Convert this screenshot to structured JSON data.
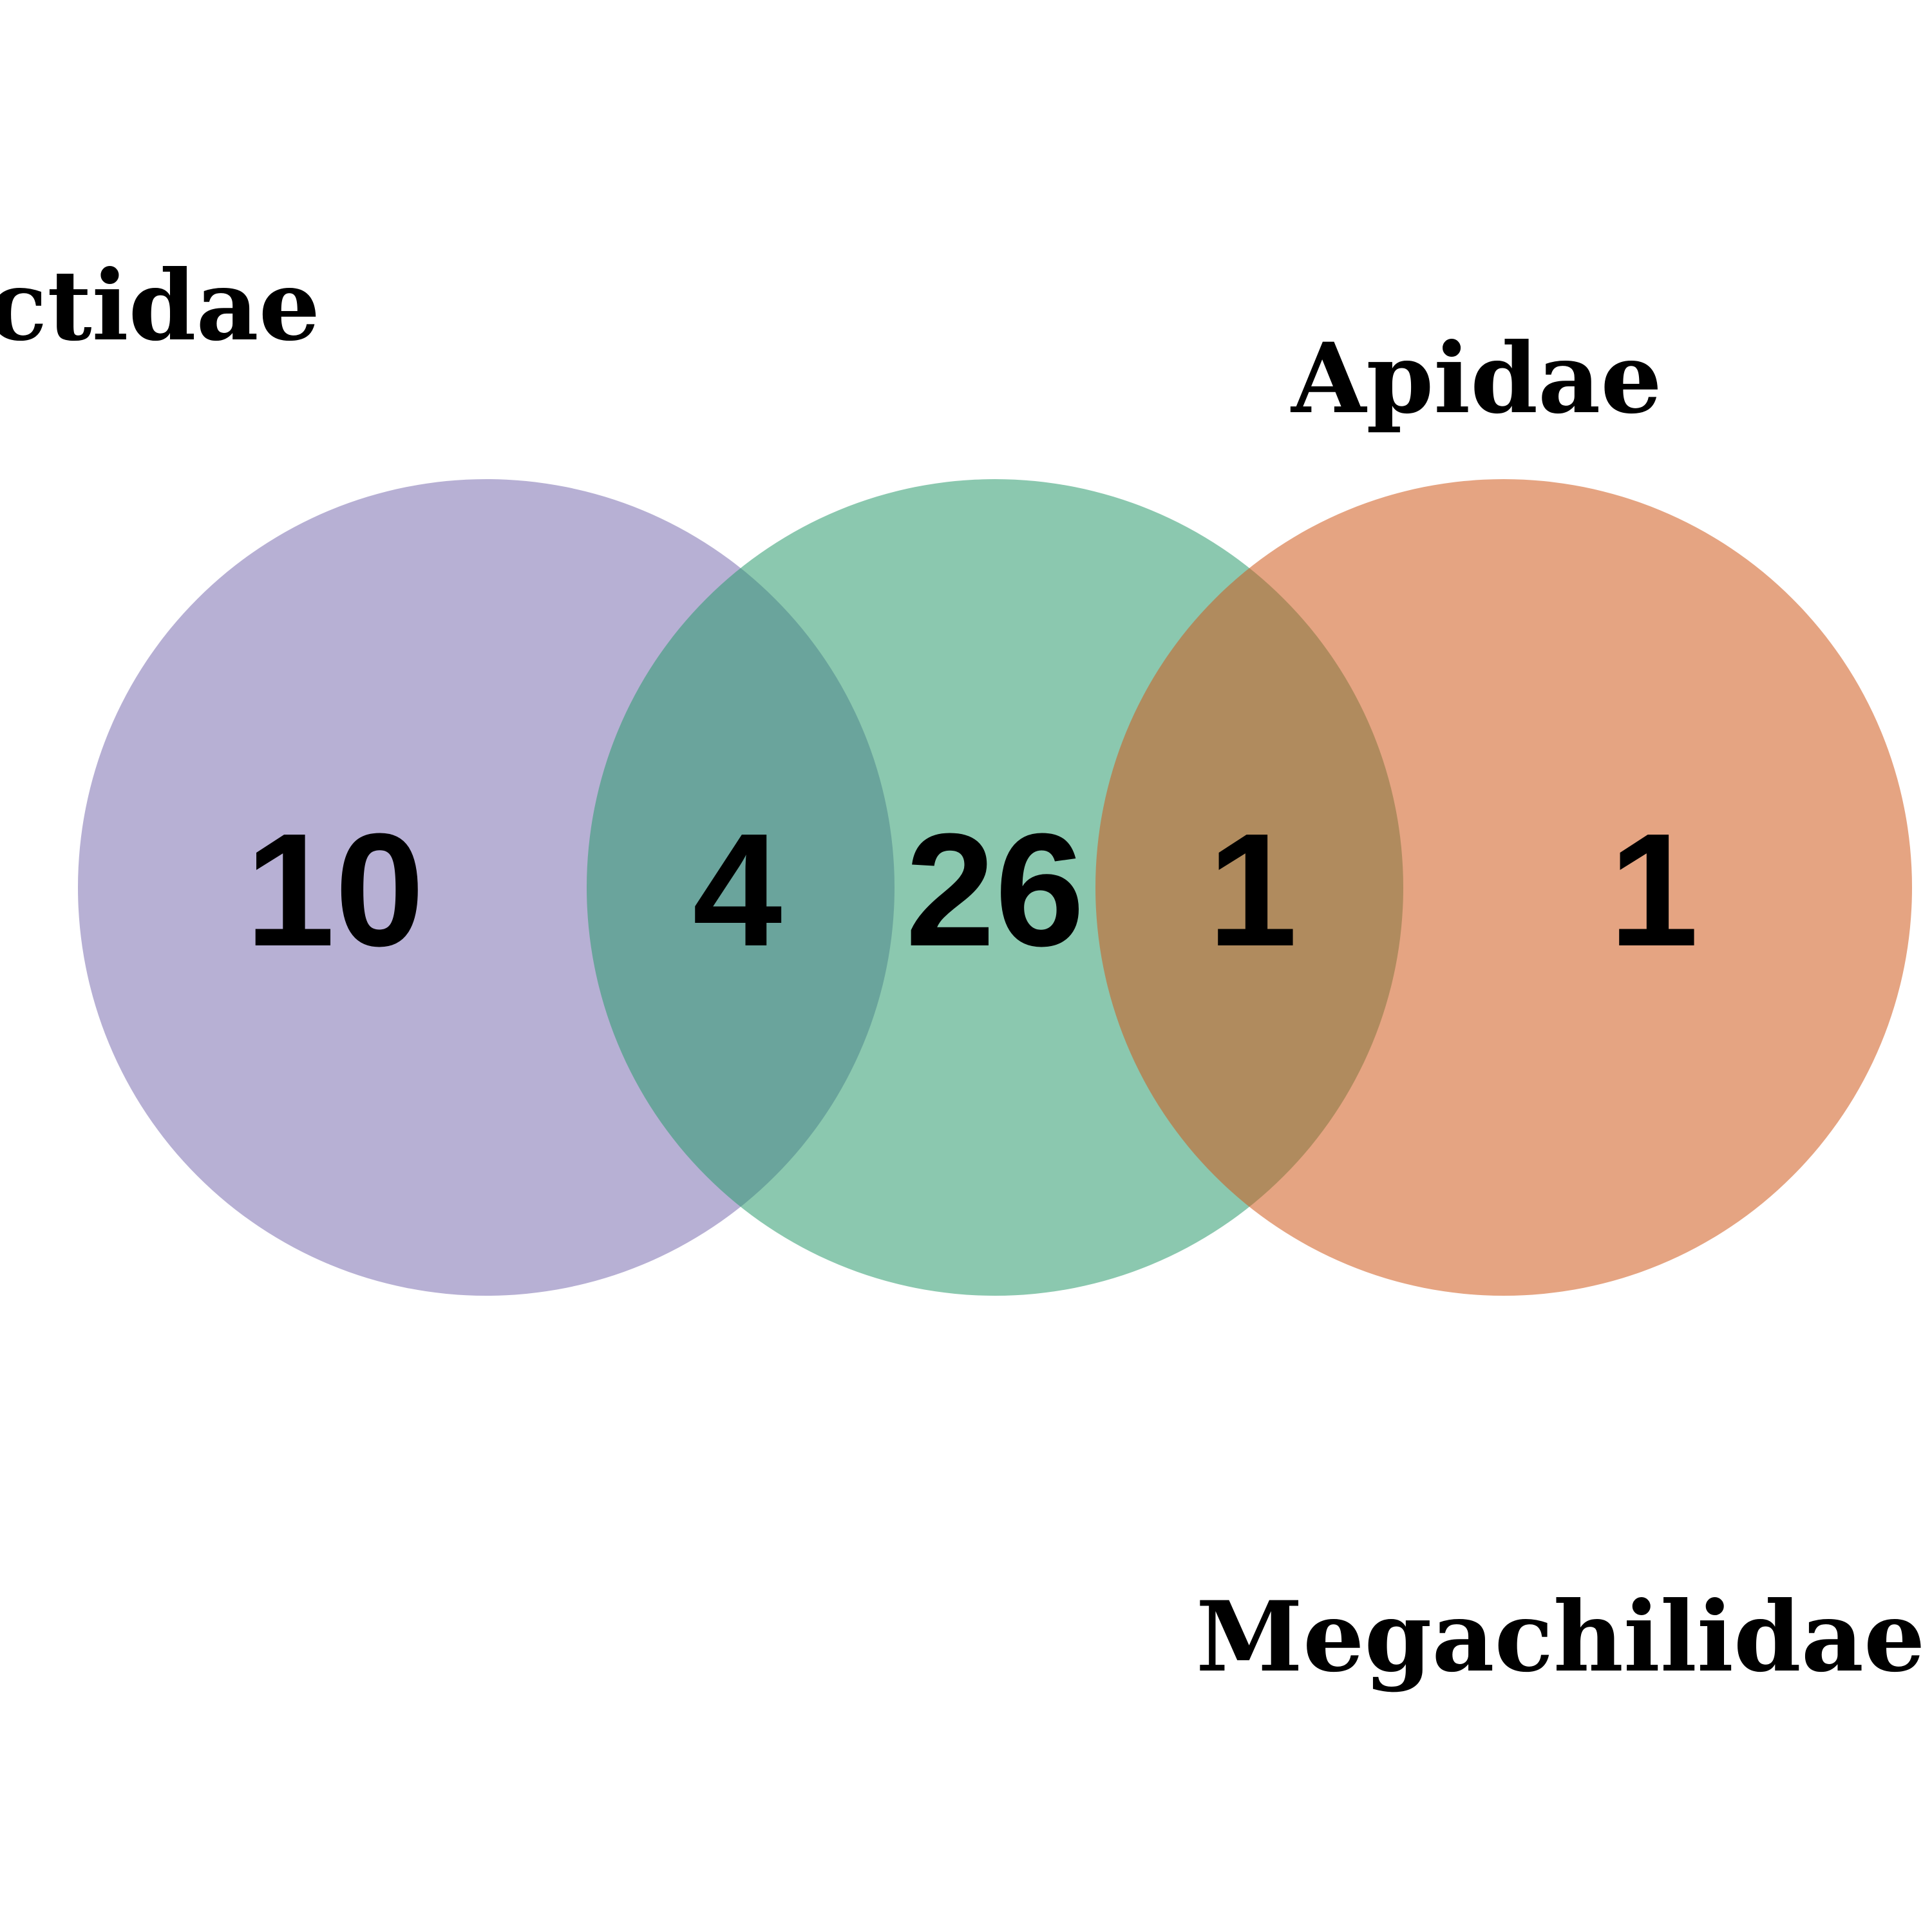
{
  "sets": [
    {
      "name": "ctidae",
      "color": "#7b6fb0"
    },
    {
      "name": "Apidae",
      "color": "#2b9a6d"
    },
    {
      "name": "Megachilidae",
      "color": "#d0591b"
    }
  ],
  "regions": [
    {
      "label": "Colletidae only",
      "value": "10"
    },
    {
      "label": "Colletidae ∩ Apidae",
      "value": "4"
    },
    {
      "label": "Apidae only",
      "value": "26"
    },
    {
      "label": "Apidae ∩ Megachilidae",
      "value": "1"
    },
    {
      "label": "Megachilidae only",
      "value": "1"
    }
  ],
  "fill_opacity": 0.55
}
